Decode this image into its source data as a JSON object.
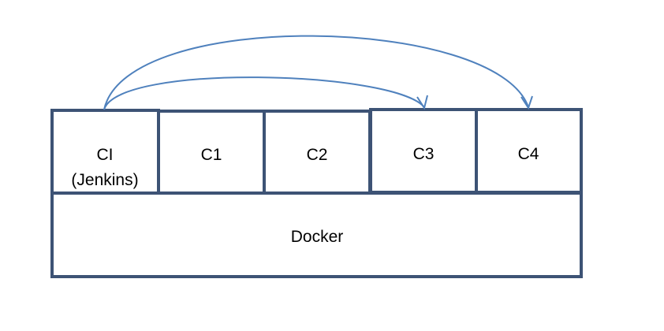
{
  "diagram": {
    "containers": [
      {
        "id": "ci",
        "label_line1": "CI",
        "label_line2": "(Jenkins)"
      },
      {
        "id": "c1",
        "label": "C1"
      },
      {
        "id": "c2",
        "label": "C2"
      },
      {
        "id": "c3",
        "label": "C3"
      },
      {
        "id": "c4",
        "label": "C4"
      }
    ],
    "host": {
      "label": "Docker"
    },
    "connections": [
      {
        "from": "CI (Jenkins)",
        "to": "C3"
      },
      {
        "from": "CI (Jenkins)",
        "to": "C4"
      }
    ],
    "colors": {
      "box_border": "#3d5375",
      "arrow": "#4f81bd",
      "text": "#000000",
      "background": "#ffffff"
    }
  }
}
